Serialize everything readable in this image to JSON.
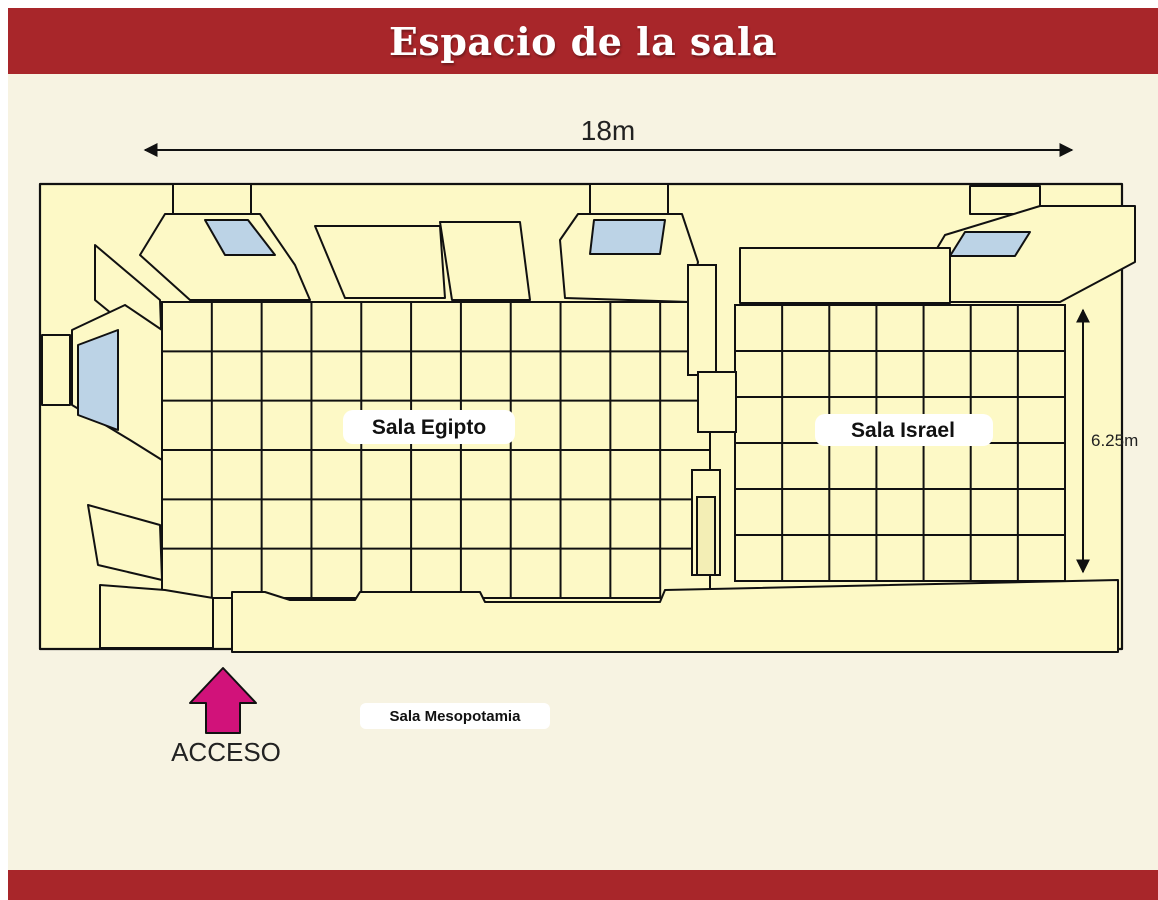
{
  "title": "Espacio de la sala",
  "dimensions": {
    "width": "18m",
    "depth": "6.25m"
  },
  "rooms": {
    "egipto": "Sala Egipto",
    "israel": "Sala Israel",
    "mesopotamia": "Sala Mesopotamia"
  },
  "entrance": {
    "label": "ACCESO"
  },
  "colors": {
    "header": "#a8262a",
    "background": "#f7f3e2",
    "wall": "#fdf9c6",
    "glass": "#bcd3e6",
    "arrow": "#d1127a"
  }
}
